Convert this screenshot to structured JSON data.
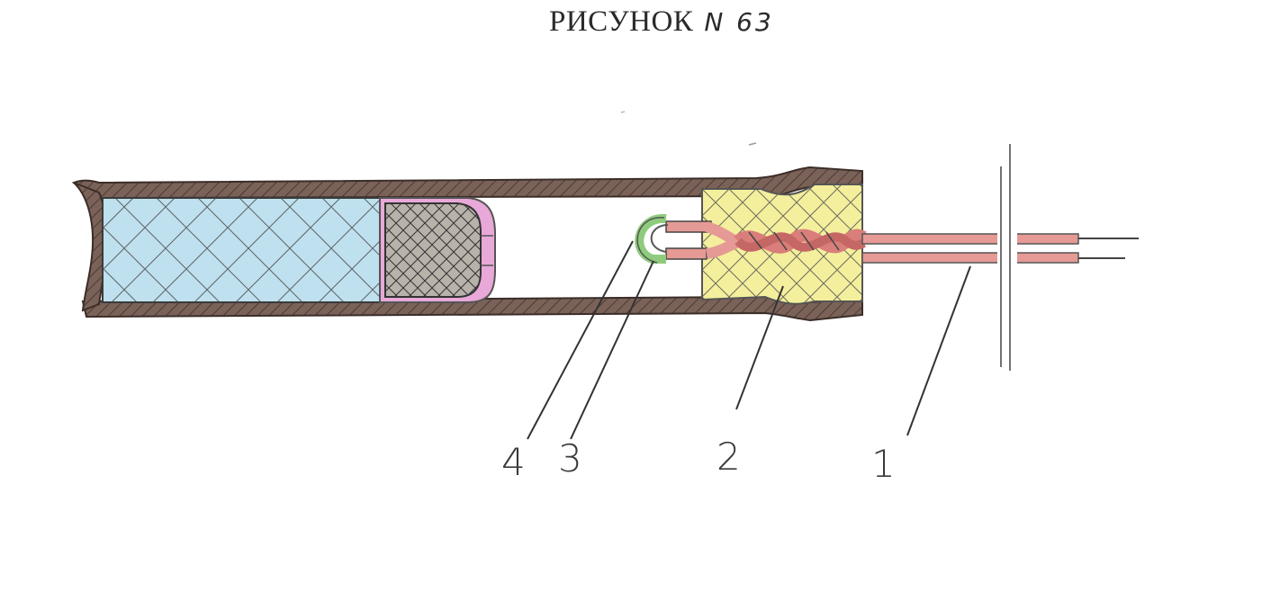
{
  "title": {
    "word": "РИСУНОК",
    "number": "N 63"
  },
  "callouts": [
    {
      "label": "4",
      "part": "inner-rim"
    },
    {
      "label": "3",
      "part": "wire-loop"
    },
    {
      "label": "2",
      "part": "plug-with-twisted-wires"
    },
    {
      "label": "1",
      "part": "lead-wires"
    }
  ],
  "colors": {
    "shell": "#7a6258",
    "blue_fill": "#bfe0ee",
    "grey_fill": "#b8b2aa",
    "pink_cup": "#e8a8d8",
    "yellow_plug": "#f4ef9c",
    "wire": "#e59a95",
    "hatch": "#4a4a4a",
    "ink": "#3a3a3a"
  }
}
